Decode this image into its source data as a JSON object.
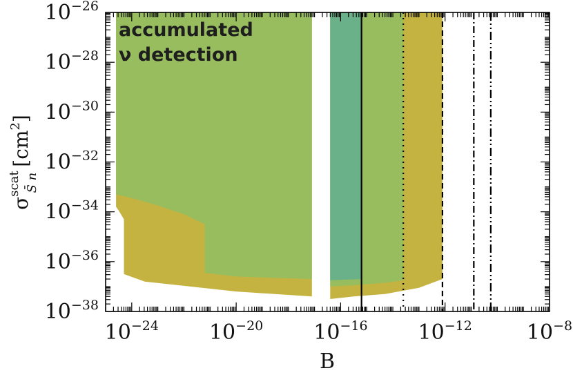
{
  "chart_data": {
    "type": "area",
    "xlabel": "B",
    "ylabel_main": "σ",
    "ylabel_sup": "scat",
    "ylabel_sub": "S̄ n",
    "ylabel_unit": "[cm",
    "ylabel_unit_sup": "2",
    "ylabel_unit_close": "]",
    "x_scale": "log",
    "y_scale": "log",
    "xlim_exp": [
      -25,
      -8
    ],
    "ylim_exp": [
      -38,
      -26
    ],
    "x_tick_exponents": [
      -24,
      -20,
      -16,
      -12,
      -8
    ],
    "y_tick_exponents": [
      -26,
      -28,
      -30,
      -32,
      -34,
      -36,
      -38
    ],
    "tick_base": "10",
    "annotation_line1": "accumulated",
    "annotation_line2": "ν detection",
    "colors": {
      "region_green": "#98bd5e",
      "region_teal": "#6ab088",
      "region_olive": "#c5b341",
      "line": "#000000"
    },
    "regions": [
      {
        "color": "olive",
        "points": [
          [
            -24.6,
            -33.8
          ],
          [
            -24.5,
            -33.95
          ],
          [
            -24.3,
            -34.3
          ],
          [
            -24.3,
            -36.5
          ],
          [
            -23.5,
            -36.8
          ],
          [
            -20,
            -37.2
          ],
          [
            -17.1,
            -37.4
          ],
          [
            -17.1,
            -26
          ],
          [
            -24.6,
            -26
          ]
        ]
      },
      {
        "color": "green",
        "points": [
          [
            -24.6,
            -33.3
          ],
          [
            -24.0,
            -33.45
          ],
          [
            -23.0,
            -33.75
          ],
          [
            -22.0,
            -34.1
          ],
          [
            -21.2,
            -34.5
          ],
          [
            -21.2,
            -36.45
          ],
          [
            -20,
            -36.6
          ],
          [
            -17.1,
            -36.7
          ],
          [
            -17.1,
            -26
          ],
          [
            -24.6,
            -26
          ]
        ]
      },
      {
        "color": "olive",
        "points": [
          [
            -16.4,
            -37.5
          ],
          [
            -15.5,
            -37.4
          ],
          [
            -14.3,
            -37.3
          ],
          [
            -13.0,
            -37.05
          ],
          [
            -12.1,
            -36.7
          ],
          [
            -12.1,
            -26
          ],
          [
            -16.4,
            -26
          ]
        ]
      },
      {
        "color": "green",
        "points": [
          [
            -16.4,
            -37.0
          ],
          [
            -15.5,
            -36.95
          ],
          [
            -14.3,
            -36.85
          ],
          [
            -13.6,
            -36.75
          ],
          [
            -13.6,
            -26
          ],
          [
            -16.4,
            -26
          ]
        ]
      },
      {
        "color": "teal",
        "points": [
          [
            -16.4,
            -36.75
          ],
          [
            -15.2,
            -36.7
          ],
          [
            -15.2,
            -26
          ],
          [
            -16.4,
            -26
          ]
        ]
      }
    ],
    "vertical_lines": [
      {
        "x": -15.2,
        "style": "solid"
      },
      {
        "x": -13.6,
        "style": "dotted"
      },
      {
        "x": -12.1,
        "style": "dashed"
      },
      {
        "x": -10.9,
        "style": "dashdot"
      },
      {
        "x": -10.25,
        "style": "dashdotdot"
      }
    ]
  }
}
